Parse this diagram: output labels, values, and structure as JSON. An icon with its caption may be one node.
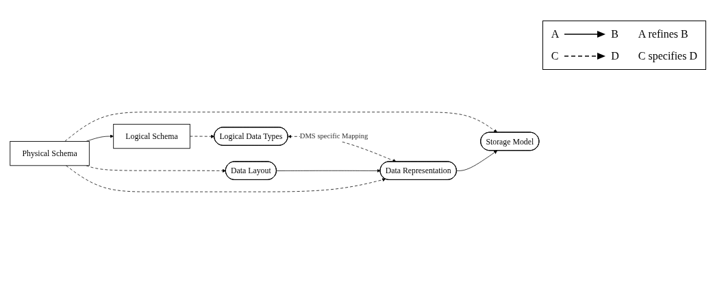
{
  "diagram": {
    "nodes": [
      {
        "text": [
          "Logical Schema"
        ]
      },
      {
        "text": [
          "Logical Data Types"
        ]
      },
      {
        "text": [
          "Physical Schema"
        ]
      },
      {
        "text": [
          "Storage Model"
        ]
      },
      {
        "text": [
          "Data Representation"
        ]
      },
      {
        "text": [
          "Data Layout"
        ]
      }
    ],
    "edges": [
      {
        "from": 0,
        "to": 1,
        "arrow": "to",
        "style": "dashed"
      },
      {
        "from": 2,
        "to": 0,
        "arrow": "to"
      },
      {
        "from": 1,
        "to": 4,
        "arrow": "both",
        "style": "dashed",
        "label": "DMS specific Mapping"
      },
      {
        "from": 2,
        "to": 3,
        "arrow": "to",
        "style": "dashed"
      },
      {
        "from": 4,
        "to": 3,
        "arrow": "to"
      },
      {
        "from": 5,
        "to": 4,
        "arrow": "to"
      },
      {
        "from": 2,
        "to": 4,
        "arrow": "to",
        "style": "dashed"
      },
      {
        "from": 2,
        "to": 5,
        "arrow": "to",
        "style": "dashed"
      }
    ],
    "labels": [
      "A",
      "B",
      "C",
      "D"
    ],
    "legend": [
      {
        "text": "A refines B"
      },
      {
        "text": "C specifies D"
      }
    ]
  }
}
